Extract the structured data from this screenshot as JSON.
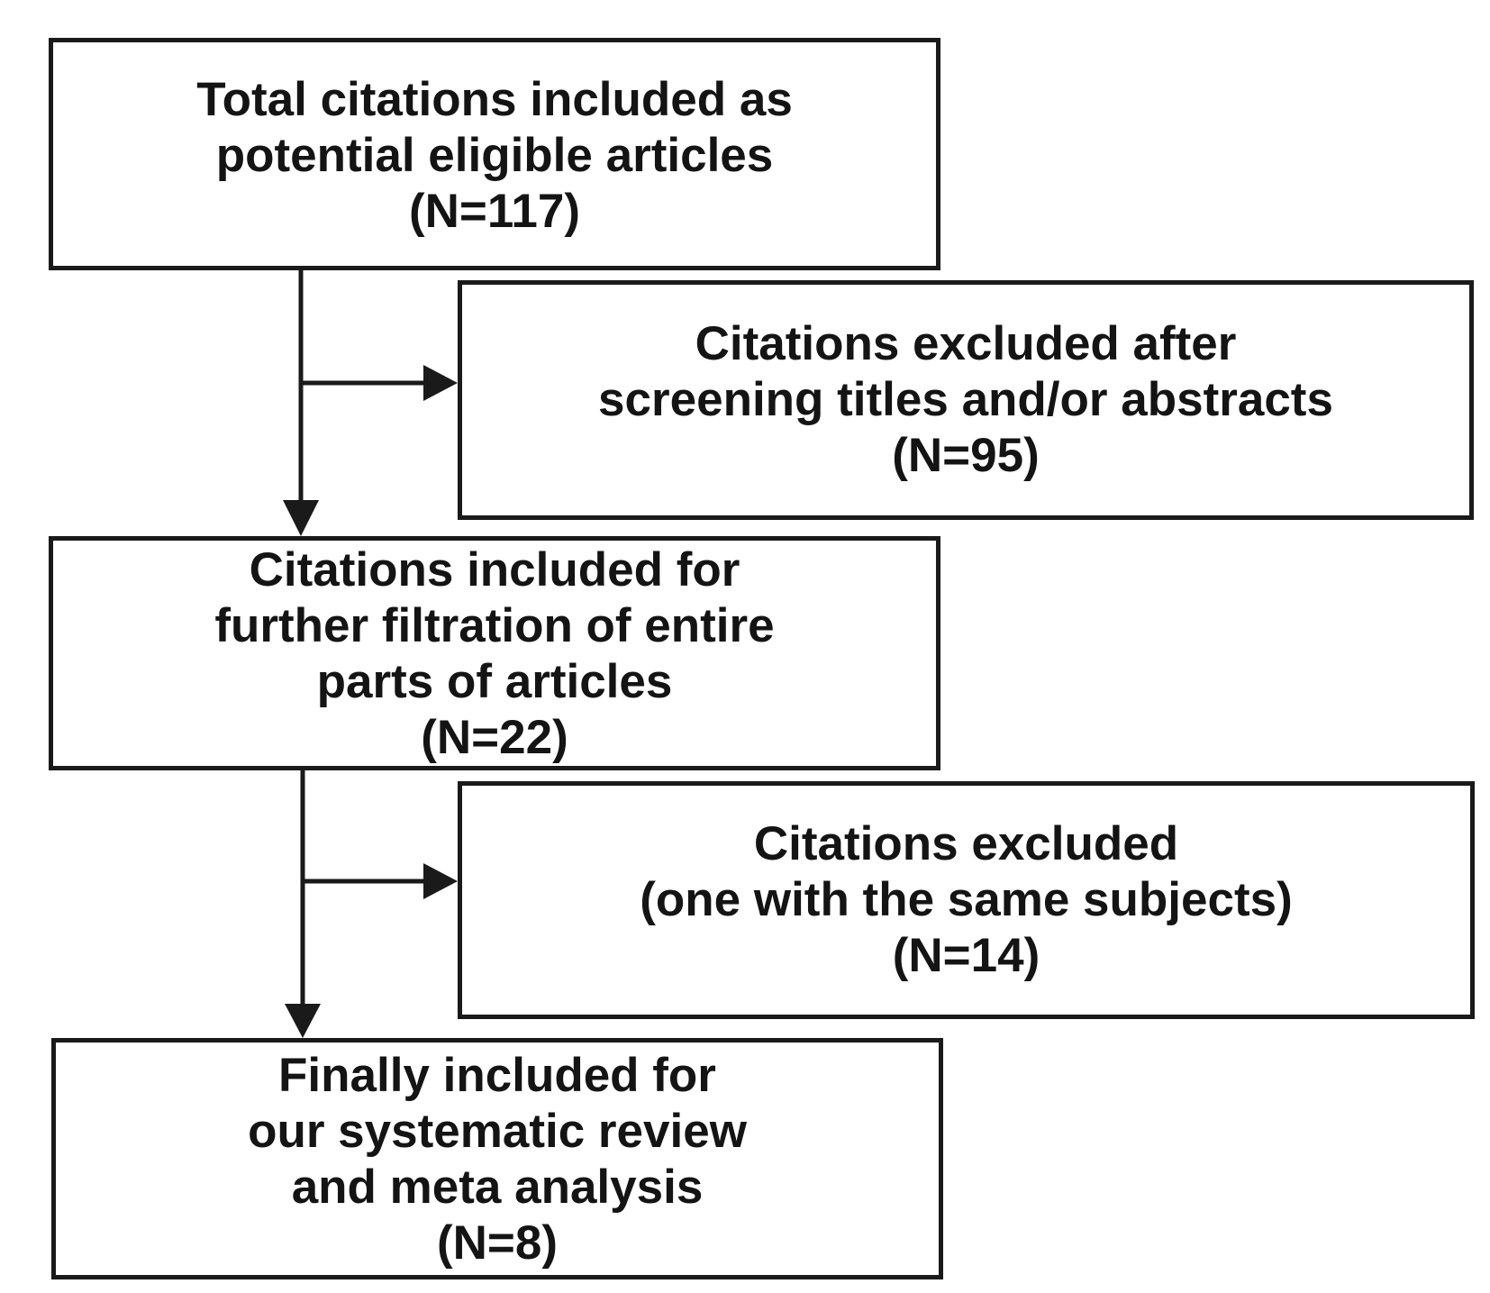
{
  "flowchart": {
    "boxes": {
      "total": {
        "lines": [
          "Total citations included as",
          "potential eligible articles",
          "(N=117)"
        ]
      },
      "excluded_screening": {
        "lines": [
          "Citations excluded after",
          "screening titles and/or abstracts",
          "(N=95)"
        ]
      },
      "further_filtration": {
        "lines": [
          "Citations included for",
          "further filtration of entire",
          "parts of articles",
          "(N=22)"
        ]
      },
      "excluded_same_subjects": {
        "lines": [
          "Citations excluded",
          "(one with the same subjects)",
          "(N=14)"
        ]
      },
      "final": {
        "lines": [
          "Finally included for",
          "our systematic review",
          "and meta analysis",
          "(N=8)"
        ]
      }
    },
    "colors": {
      "stroke": "#1a1a1a",
      "text": "#141414",
      "background": "#ffffff"
    }
  }
}
